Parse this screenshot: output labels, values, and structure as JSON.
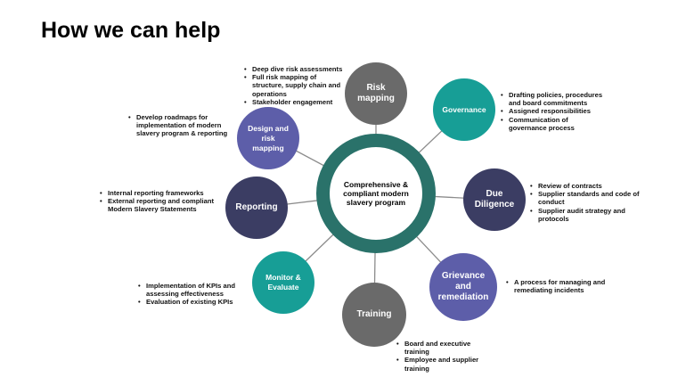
{
  "page": {
    "title": "How we can help"
  },
  "colors": {
    "teal": "#179e96",
    "purple": "#5d5ea9",
    "navy": "#3b3d63",
    "gray": "#6a6a6a",
    "hub": "#2a726a"
  },
  "center": {
    "label": "Comprehensive & compliant modern slavery program"
  },
  "nodes": {
    "risk_mapping": {
      "label": "Risk mapping",
      "bullets": [
        "Deep dive risk assessments",
        "Full risk mapping of structure, supply chain and operations",
        "Stakeholder engagement"
      ]
    },
    "governance": {
      "label": "Governance",
      "bullets": [
        "Drafting policies, procedures and board commitments",
        "Assigned responsibilities",
        "Communication of governance process"
      ]
    },
    "due_diligence": {
      "label": "Due Diligence",
      "bullets": [
        "Review of contracts",
        "Supplier standards and code of conduct",
        "Supplier audit strategy and protocols"
      ]
    },
    "grievance": {
      "label": "Grievance and remediation",
      "bullets": [
        "A process for managing and remediating incidents"
      ]
    },
    "training": {
      "label": "Training",
      "bullets": [
        "Board and executive training",
        "Employee and supplier training"
      ]
    },
    "monitor": {
      "label": "Monitor & Evaluate",
      "bullets": [
        "Implementation of KPIs and assessing effectiveness",
        "Evaluation of existing KPIs"
      ]
    },
    "reporting": {
      "label": "Reporting",
      "bullets": [
        "Internal reporting frameworks",
        "External reporting and compliant Modern Slavery Statements"
      ]
    },
    "design": {
      "label": "Design and risk mapping",
      "bullets": [
        "Develop roadmaps for implementation of modern slavery program & reporting"
      ]
    }
  }
}
